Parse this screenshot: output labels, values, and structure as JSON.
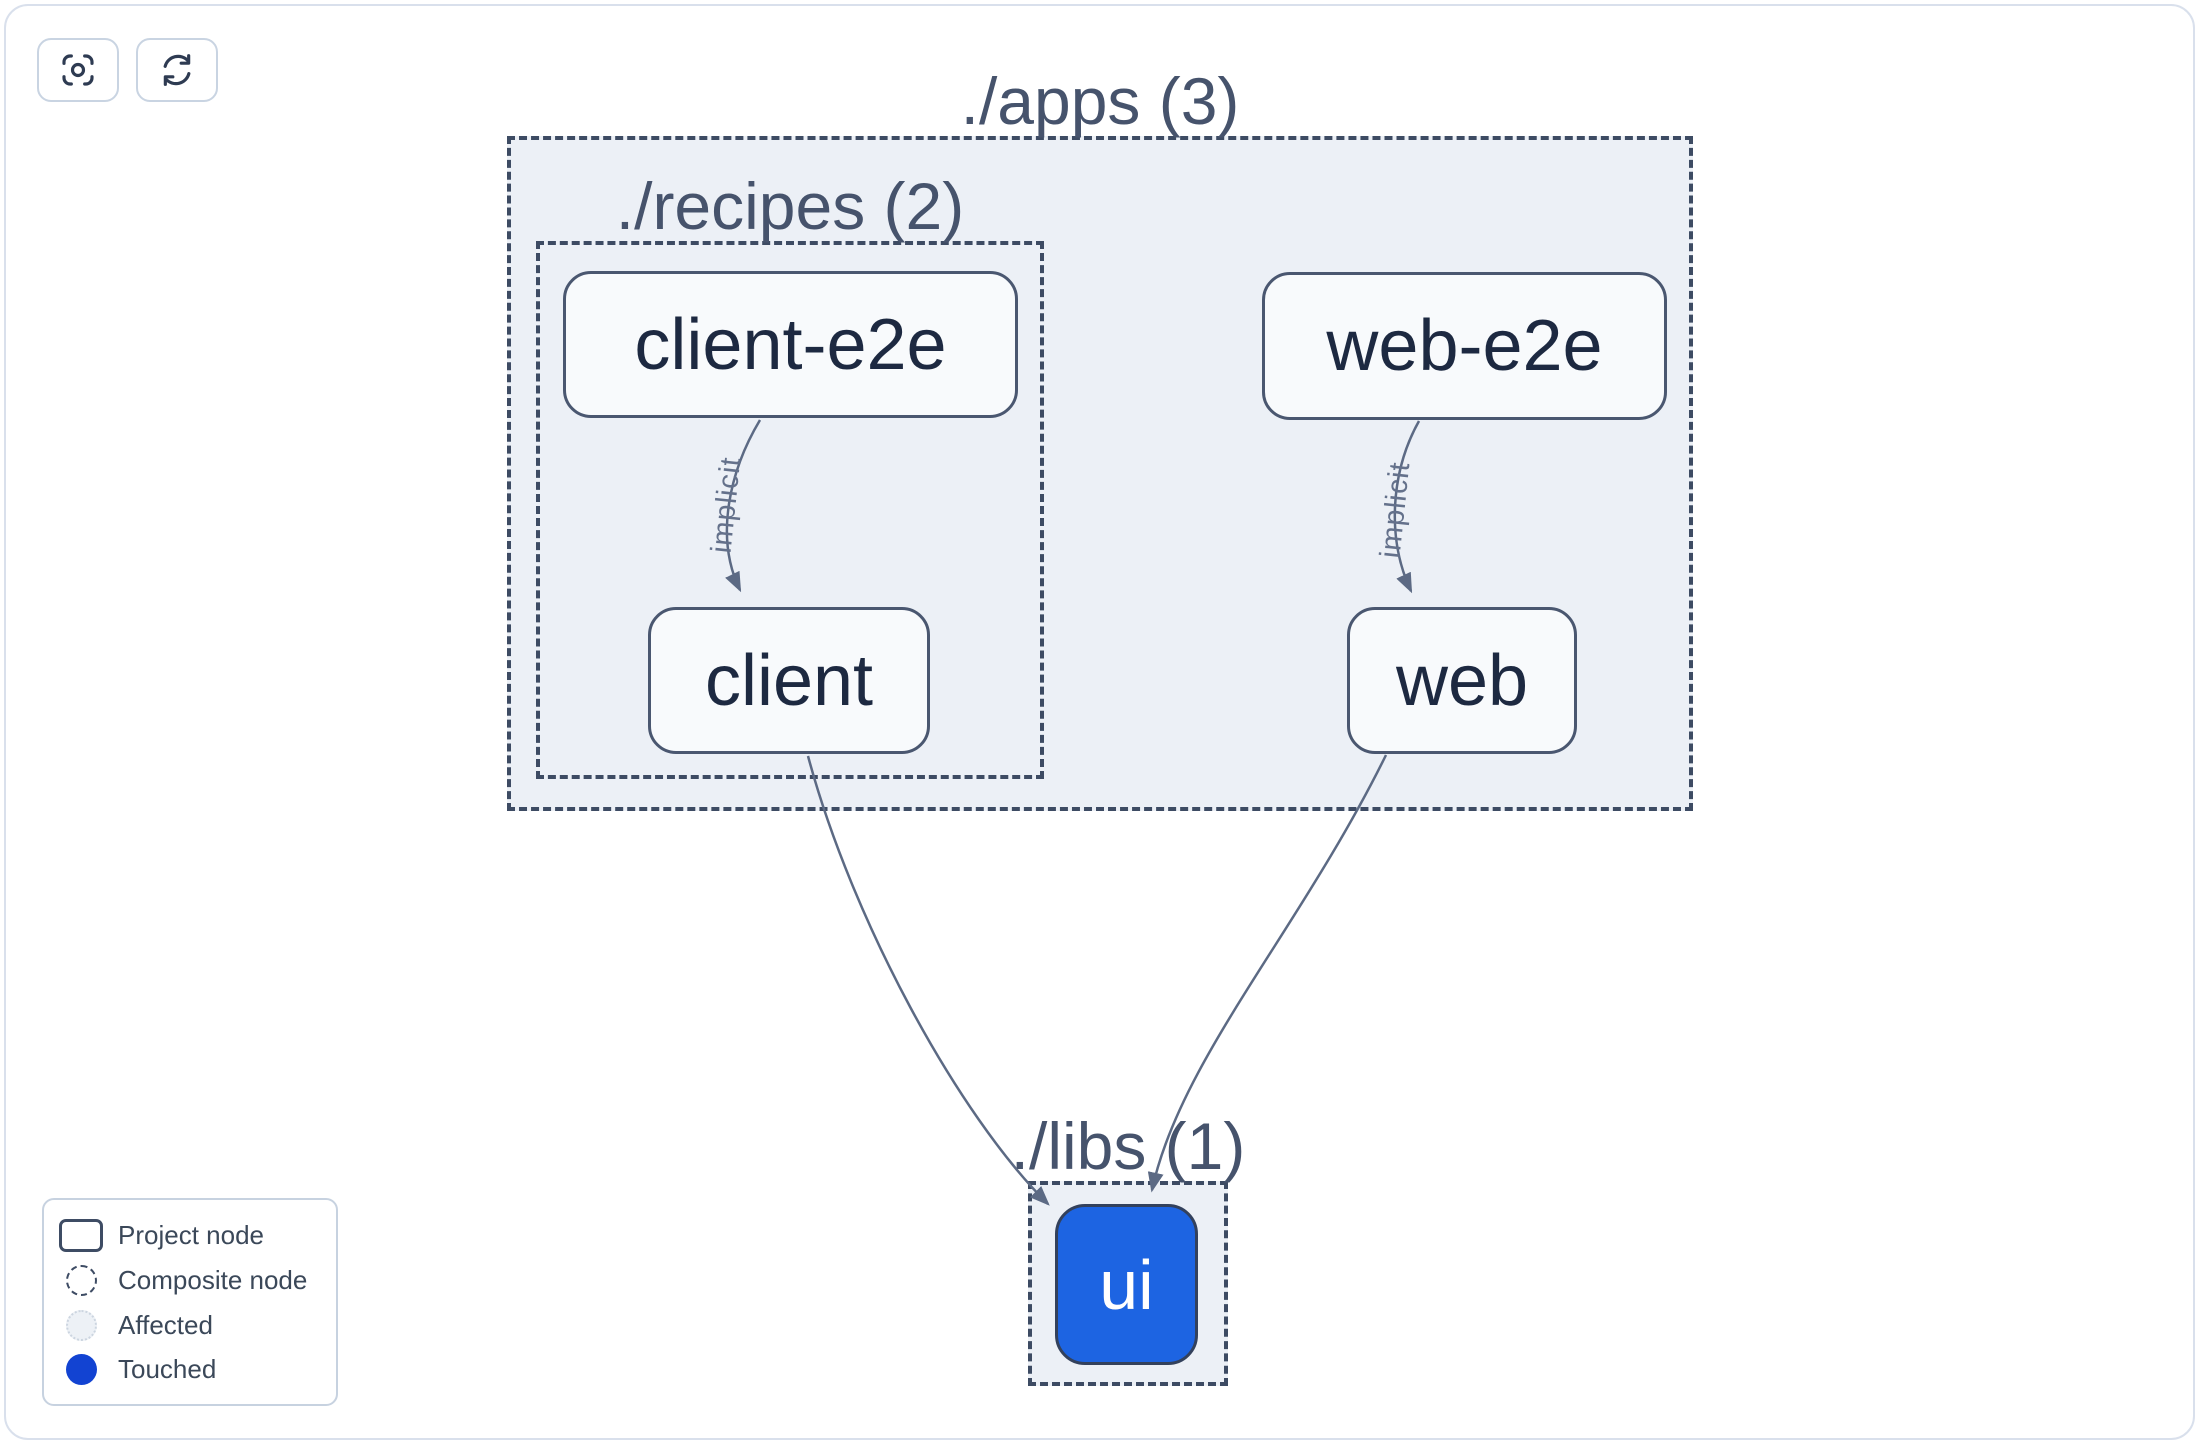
{
  "toolbar": {
    "buttons": [
      {
        "name": "focus",
        "icon": "viewfinder-icon"
      },
      {
        "name": "refresh",
        "icon": "refresh-icon"
      }
    ]
  },
  "graph": {
    "composites": [
      {
        "id": "apps",
        "label": "./apps (3)",
        "project_count": 3
      },
      {
        "id": "recipes",
        "label": "./recipes (2)",
        "project_count": 2
      },
      {
        "id": "libs",
        "label": "./libs (1)",
        "project_count": 1
      }
    ],
    "nodes": [
      {
        "id": "client-e2e",
        "label": "client-e2e",
        "type": "project"
      },
      {
        "id": "web-e2e",
        "label": "web-e2e",
        "type": "project"
      },
      {
        "id": "client",
        "label": "client",
        "type": "project"
      },
      {
        "id": "web",
        "label": "web",
        "type": "project"
      },
      {
        "id": "ui",
        "label": "ui",
        "type": "touched"
      }
    ],
    "edges": [
      {
        "from": "client-e2e",
        "to": "client",
        "label": "implicit"
      },
      {
        "from": "web-e2e",
        "to": "web",
        "label": "implicit"
      },
      {
        "from": "client",
        "to": "ui",
        "label": ""
      },
      {
        "from": "web",
        "to": "ui",
        "label": ""
      }
    ]
  },
  "legend": {
    "items": [
      {
        "swatch": "project-node",
        "label": "Project node"
      },
      {
        "swatch": "composite-node",
        "label": "Composite node"
      },
      {
        "swatch": "affected",
        "label": "Affected"
      },
      {
        "swatch": "touched",
        "label": "Touched"
      }
    ]
  },
  "colors": {
    "touched_node": "#1d64e2",
    "touched_legend": "#1243d2",
    "affected_fill": "#edf1f6",
    "composite_fill": "#ecf0f6",
    "dashed_border": "#3d4b63",
    "node_border": "#4a5770",
    "edge": "#5c6a84",
    "title_text": "#46536c",
    "node_text": "#1d2941"
  }
}
